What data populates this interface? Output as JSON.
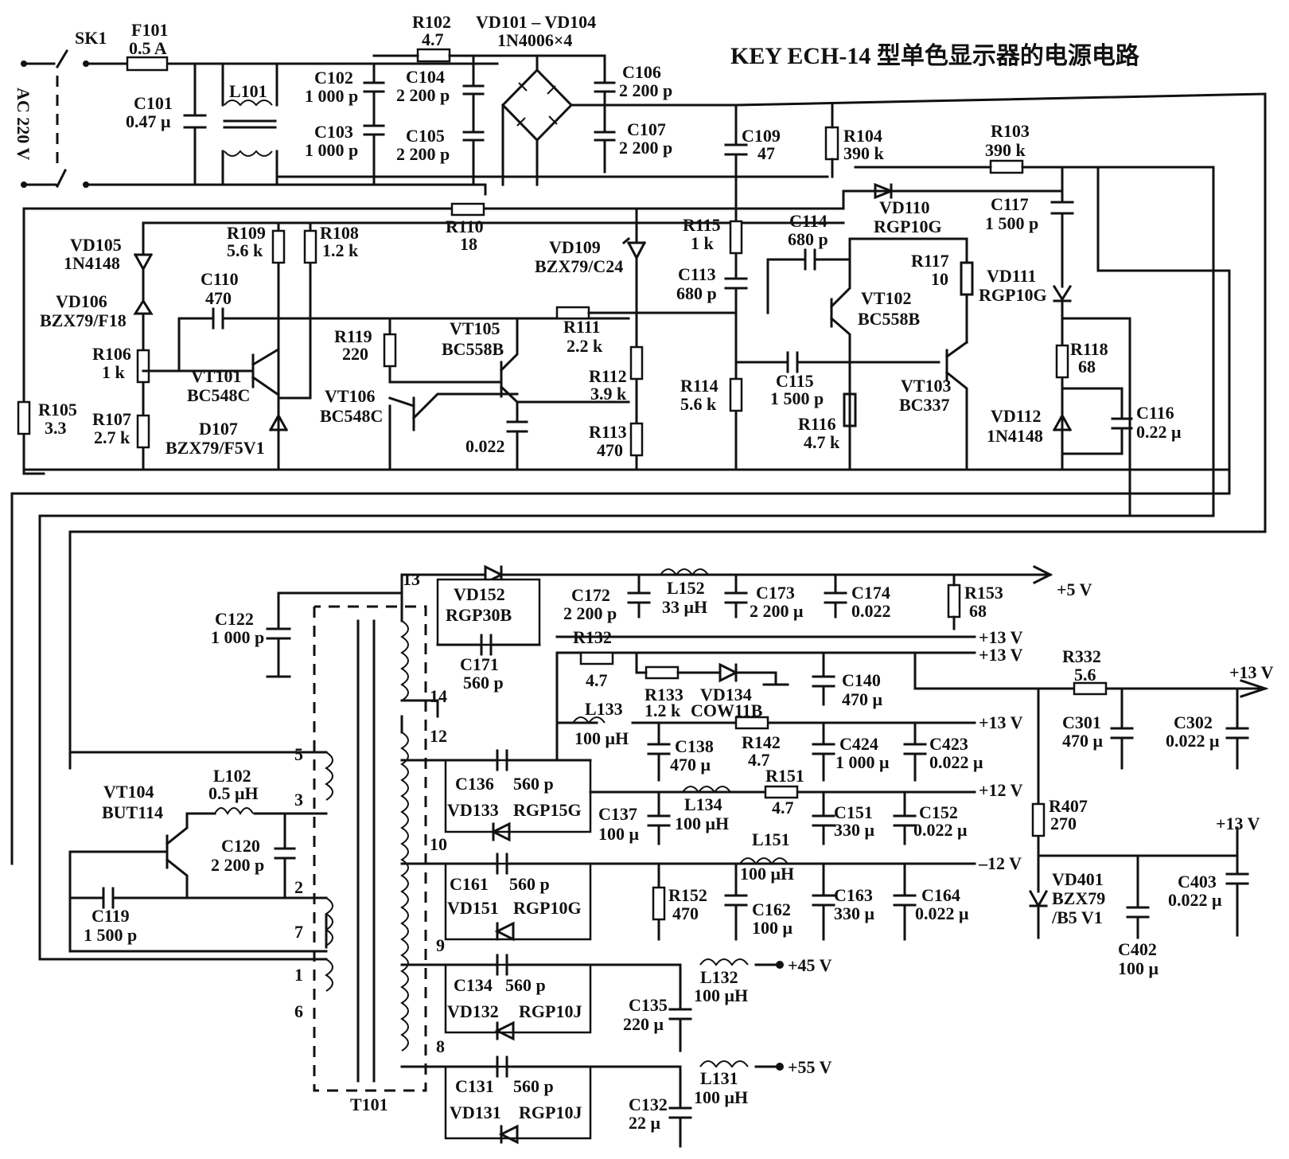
{
  "title": "KEY ECH-14 型单色显示器的电源电路",
  "input": {
    "switch": "SK1",
    "fuse": "F101",
    "fuse_value": "0.5 A",
    "ac_label": "AC 220 V"
  },
  "labels": {
    "c101": "C101",
    "c101v": "0.47 μ",
    "l101": "L101",
    "c102": "C102",
    "c102v": "1 000 p",
    "c103": "C103",
    "c103v": "1 000 p",
    "r102": "R102",
    "r102v": "4.7",
    "c104": "C104",
    "c104v": "2 200 p",
    "c105": "C105",
    "c105v": "2 200 p",
    "vd101": "VD101 – VD104",
    "vd101v": "1N4006×4",
    "c106": "C106",
    "c106v": "2 200 p",
    "c107": "C107",
    "c107v": "2 200 p",
    "c109": "C109",
    "c109v": "47",
    "r104": "R104",
    "r104v": "390 k",
    "r103": "R103",
    "r103v": "390 k",
    "vd110": "VD110",
    "vd110v": "RGP10G",
    "c117": "C117",
    "c117v": "1 500 p",
    "r110": "R110",
    "r110v": "18",
    "vd105": "VD105",
    "vd105v": "1N4148",
    "vd106": "VD106",
    "vd106v": "BZX79/F18",
    "r109": "R109",
    "r109v": "5.6 k",
    "r108": "R108",
    "r108v": "1.2 k",
    "c110": "C110",
    "c110v": "470",
    "vd109": "VD109",
    "vd109v": "BZX79/C24",
    "r115": "R115",
    "r115v": "1 k",
    "c114": "C114",
    "c114v": "680 p",
    "c113": "C113",
    "c113v": "680 p",
    "r117": "R117",
    "r117v": "10",
    "vd111": "VD111",
    "vd111v": "RGP10G",
    "vt102": "VT102",
    "vt102v": "BC558B",
    "r119": "R119",
    "r119v": "220",
    "vt105": "VT105",
    "vt105v": "BC558B",
    "r111": "R111",
    "r111v": "2.2 k",
    "r106": "R106",
    "r106v": "1 k",
    "vt101": "VT101",
    "vt101v": "BC548C",
    "r112": "R112",
    "r112v": "3.9 k",
    "r114": "R114",
    "r114v": "5.6 k",
    "c115": "C115",
    "c115v": "1 500 p",
    "vt103": "VT103",
    "vt103v": "BC337",
    "r118": "R118",
    "r118v": "68",
    "r105": "R105",
    "r105v": "3.3",
    "r107": "R107",
    "r107v": "2.7 k",
    "vt106": "VT106",
    "vt106v": "BC548C",
    "r113": "R113",
    "r113v": "470",
    "r116": "R116",
    "r116v": "4.7 k",
    "vd112": "VD112",
    "vd112v": "1N4148",
    "c116": "C116",
    "c116v": "0.22 μ",
    "d107": "D107",
    "d107v": "BZX79/F5V1",
    "cap0022": "0.022",
    "c122": "C122",
    "c122v": "1 000 p",
    "vd152": "VD152",
    "vd152v": "RGP30B",
    "c172": "C172",
    "c172v": "2 200 p",
    "l152": "L152",
    "l152v": "33 μH",
    "c173": "C173",
    "c173v": "2 200 μ",
    "c174": "C174",
    "c174v": "0.022",
    "r153": "R153",
    "r153v": "68",
    "c171": "C171",
    "c171v": "560 p",
    "r132": "R132",
    "r132v": "4.7",
    "r133": "R133",
    "r133v": "1.2 k",
    "vd134": "VD134",
    "vd134v": "COW11B",
    "c140": "C140",
    "c140v": "470 μ",
    "r332": "R332",
    "r332v": "5.6",
    "l133": "L133",
    "l133v": "100 μH",
    "c138": "C138",
    "c138v": "470 μ",
    "r142": "R142",
    "r142v": "4.7",
    "c424": "C424",
    "c424v": "1 000 μ",
    "c423": "C423",
    "c423v": "0.022 μ",
    "c301": "C301",
    "c301v": "470 μ",
    "c302": "C302",
    "c302v": "0.022 μ",
    "c136": "C136",
    "c136v": "560 p",
    "vd133": "VD133",
    "vd133v": "RGP15G",
    "vt104": "VT104",
    "vt104v": "BUT114",
    "l102": "L102",
    "l102v": "0.5 μH",
    "c120": "C120",
    "c120v": "2 200 p",
    "c137": "C137",
    "c137v": "100 μ",
    "l134": "L134",
    "l134v": "100 μH",
    "r151": "R151",
    "r151v": "4.7",
    "c151": "C151",
    "c151v": "330 μ",
    "c152": "C152",
    "c152v": "0.022 μ",
    "r407": "R407",
    "r407v": "270",
    "c161": "C161",
    "c161v": "560 p",
    "vd151": "VD151",
    "vd151v": "RGP10G",
    "l151": "L151",
    "l151v": "100 μH",
    "r152": "R152",
    "r152v": "470",
    "c162": "C162",
    "c162v": "100 μ",
    "c163": "C163",
    "c163v": "330 μ",
    "c164": "C164",
    "c164v": "0.022 μ",
    "vd401": "VD401",
    "vd401v": "BZX79",
    "vd401v2": "/B5 V1",
    "c403": "C403",
    "c403v": "0.022 μ",
    "c402": "C402",
    "c402v": "100 μ",
    "c119": "C119",
    "c119v": "1 500 p",
    "c134": "C134",
    "c134v": "560 p",
    "vd132": "VD132",
    "vd132v": "RGP10J",
    "l132": "L132",
    "l132v": "100 μH",
    "c135": "C135",
    "c135v": "220 μ",
    "c131": "C131",
    "c131v": "560 p",
    "vd131": "VD131",
    "vd131v": "RGP10J",
    "l131": "L131",
    "l131v": "100 μH",
    "c132": "C132",
    "c132v": "22 μ",
    "t101": "T101"
  },
  "pins": [
    "13",
    "14",
    "12",
    "5",
    "3",
    "2",
    "7",
    "1",
    "6",
    "10",
    "9",
    "8"
  ],
  "outputs": {
    "p5": "+5 V",
    "p13a": "+13 V",
    "p13b": "+13 V",
    "p13c": "+13 V",
    "p13d": "+13 V",
    "p13e": "+13 V",
    "p12": "+12 V",
    "m12": "–12 V",
    "p45": "+45 V",
    "p55": "+55 V"
  }
}
